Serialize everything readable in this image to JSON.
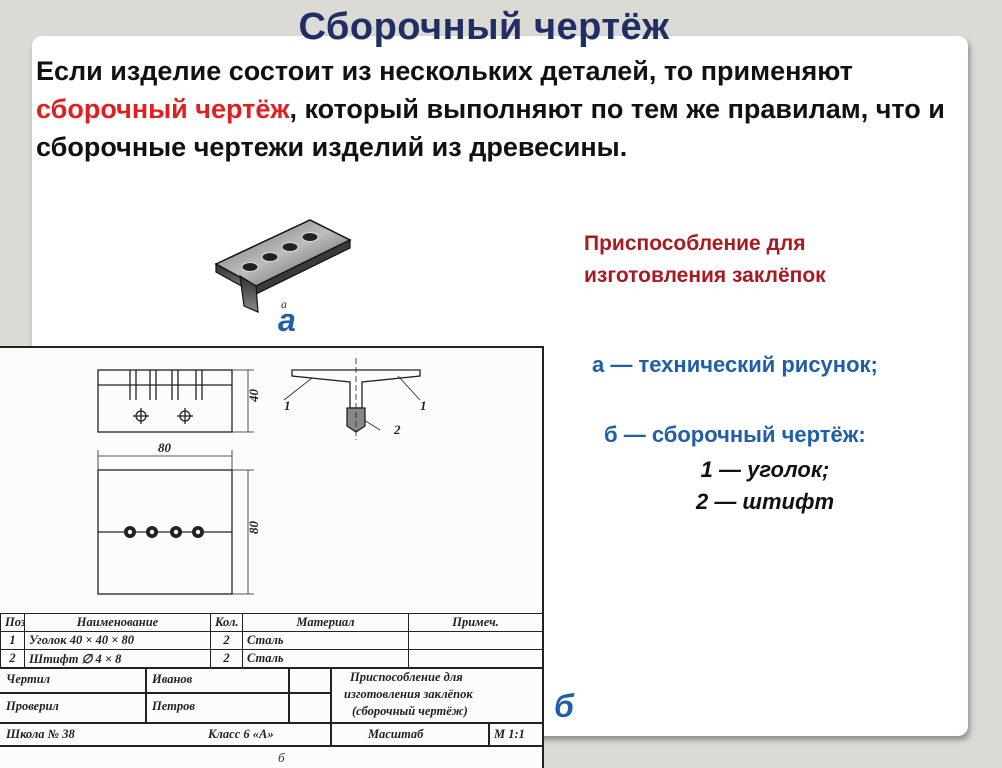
{
  "slide": {
    "title": "Сборочный чертёж",
    "intro_before": "Если изделие состоит из нескольких деталей, то применяют ",
    "intro_highlight": "сборочный чертёж",
    "intro_after": ", который выполняют по тем же правилам, что и сборочные чертежи изделий из древесины.",
    "device_title": "Приспособление для изготовления заклёпок",
    "legend_a": "а — технический рисунок;",
    "legend_b": "б — сборочный чертёж:",
    "legend_1": "1 — уголок;",
    "legend_2": "2 — штифт",
    "figure_letter_a": "а",
    "figure_letter_b": "б",
    "colors": {
      "title": "#1f2f63",
      "highlight": "#e02020",
      "device_title": "#a81a20",
      "legend_blue": "#1e5fa8"
    }
  },
  "drawing": {
    "iso_label": "а",
    "dim_40": "40",
    "dim_80_horizontal": "80",
    "dim_80_vertical": "80",
    "callout_1_left": "1",
    "callout_1_right": "1",
    "callout_2": "2",
    "bom": {
      "headers": [
        "Поз.",
        "Наименование",
        "Кол.",
        "Материал",
        "Примеч."
      ],
      "rows": [
        [
          "1",
          "Уголок 40 × 40 × 80",
          "2",
          "Сталь",
          ""
        ],
        [
          "2",
          "Штифт ∅ 4 × 8",
          "2",
          "Сталь",
          ""
        ]
      ]
    },
    "stamp": {
      "drawn_label": "Чертил",
      "drawn_name": "Иванов",
      "checked_label": "Проверил",
      "checked_name": "Петров",
      "title_line1": "Приспособление для",
      "title_line2": "изготовления заклёпок",
      "title_line3": "(сборочный чертёж)",
      "school": "Школа № 38",
      "class": "Класс 6 «А»",
      "scale_label": "Масштаб",
      "scale_value": "М 1:1"
    },
    "caption": "б"
  }
}
